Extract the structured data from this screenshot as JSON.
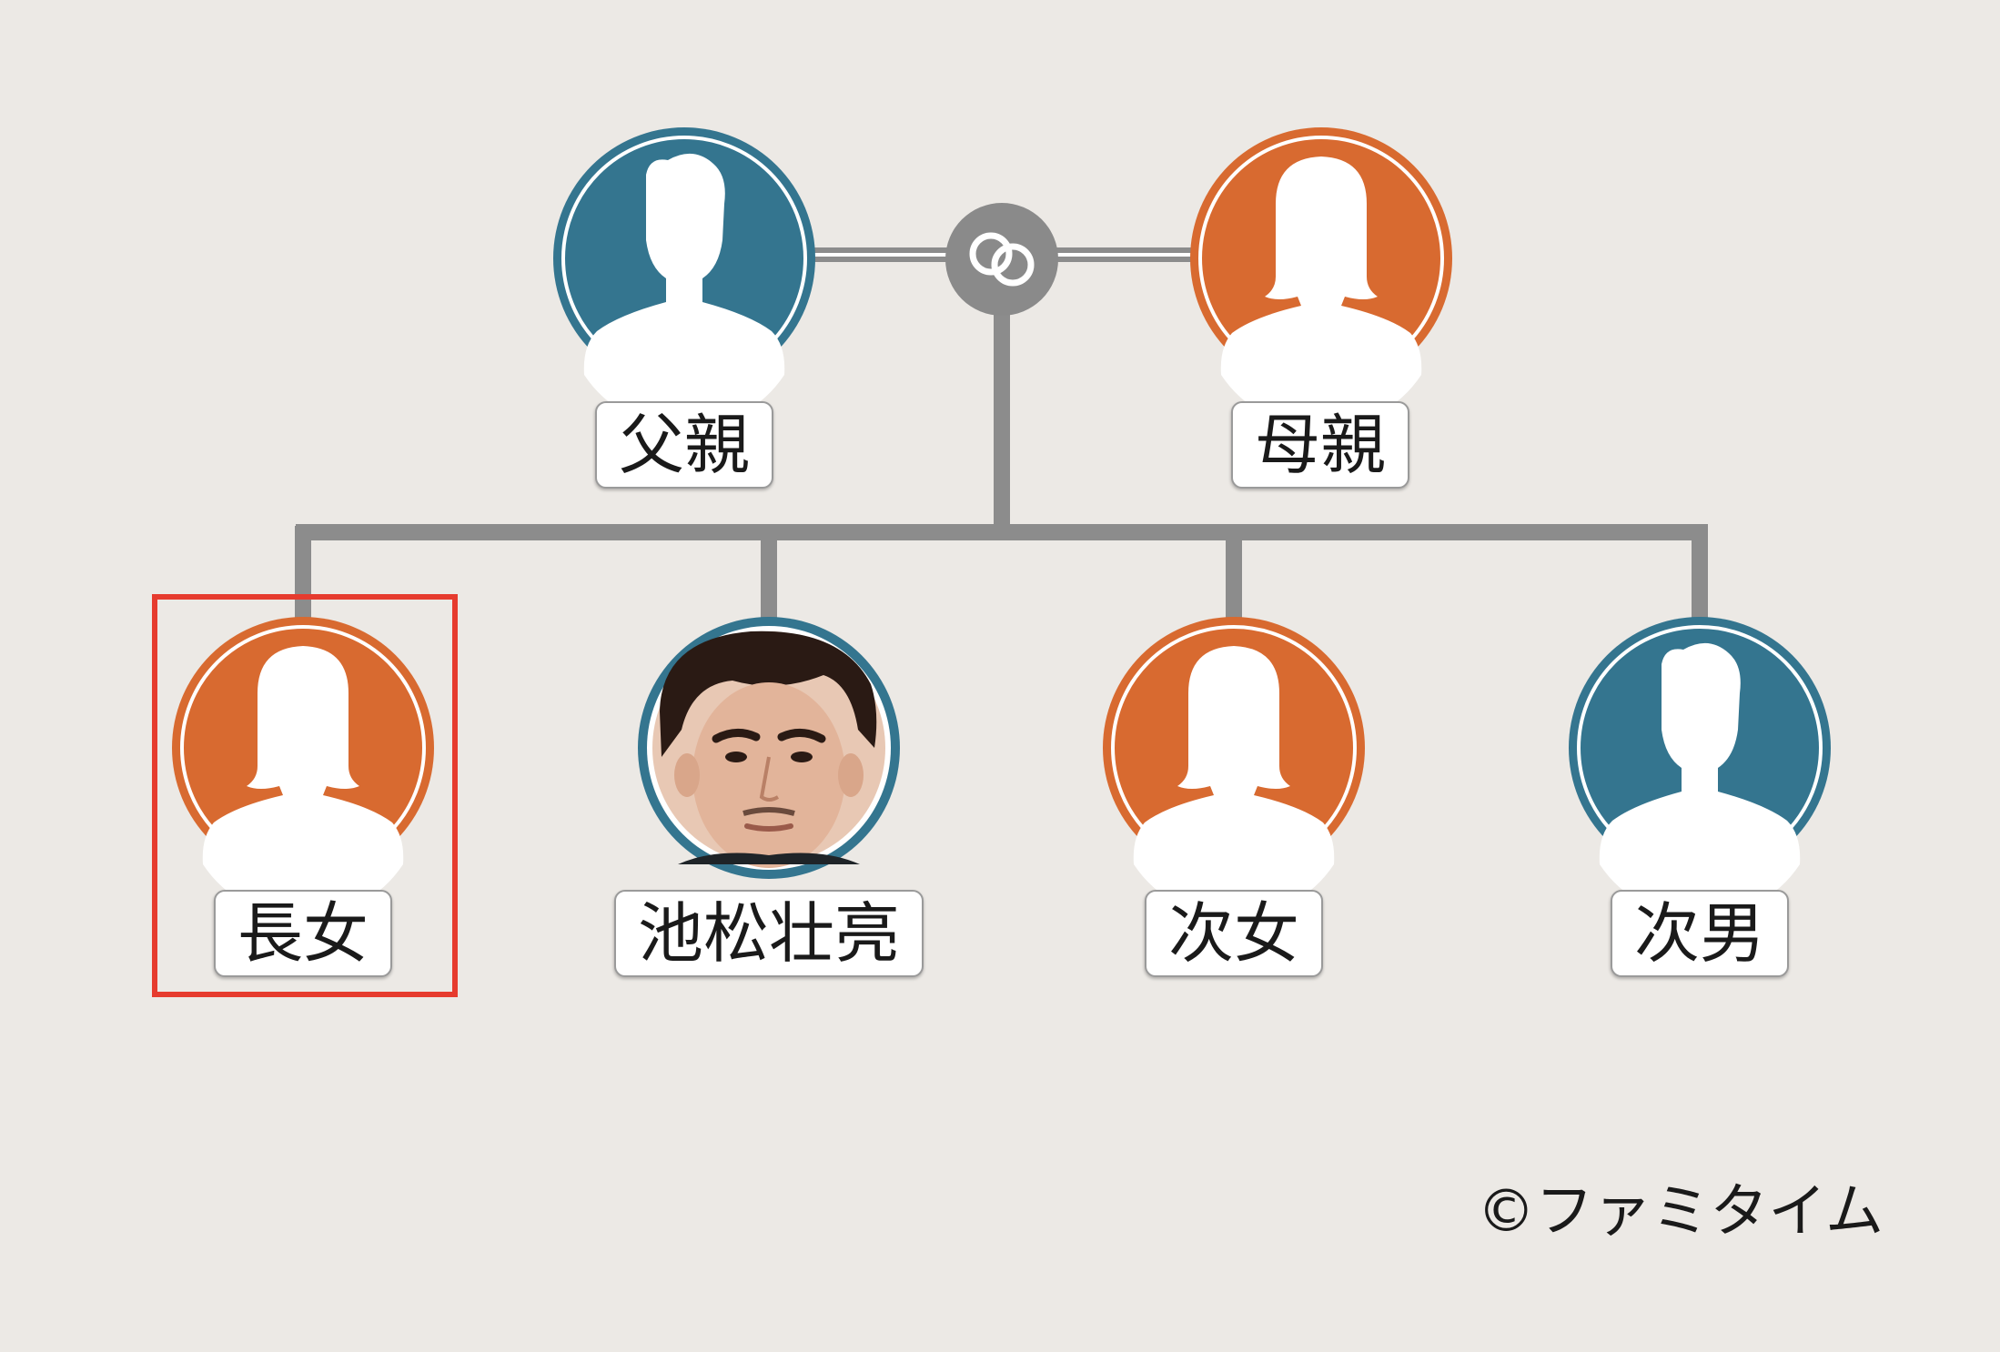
{
  "colors": {
    "male": "#34758f",
    "female": "#d86a30",
    "connector": "#8c8c8c",
    "background": "#ece9e5",
    "highlight": "#e63b2e"
  },
  "parents": {
    "father": {
      "label": "父親",
      "gender": "male",
      "icon": "male-silhouette-icon"
    },
    "mother": {
      "label": "母親",
      "gender": "female",
      "icon": "female-silhouette-icon"
    },
    "union_icon": "marriage-rings-icon"
  },
  "children": [
    {
      "label": "長女",
      "gender": "female",
      "icon": "female-silhouette-icon",
      "highlighted": true
    },
    {
      "label": "池松壮亮",
      "gender": "male",
      "icon": "portrait-photo-icon",
      "highlighted": false
    },
    {
      "label": "次女",
      "gender": "female",
      "icon": "female-silhouette-icon",
      "highlighted": false
    },
    {
      "label": "次男",
      "gender": "male",
      "icon": "male-silhouette-icon",
      "highlighted": false
    }
  ],
  "copyright": "©ファミタイム"
}
